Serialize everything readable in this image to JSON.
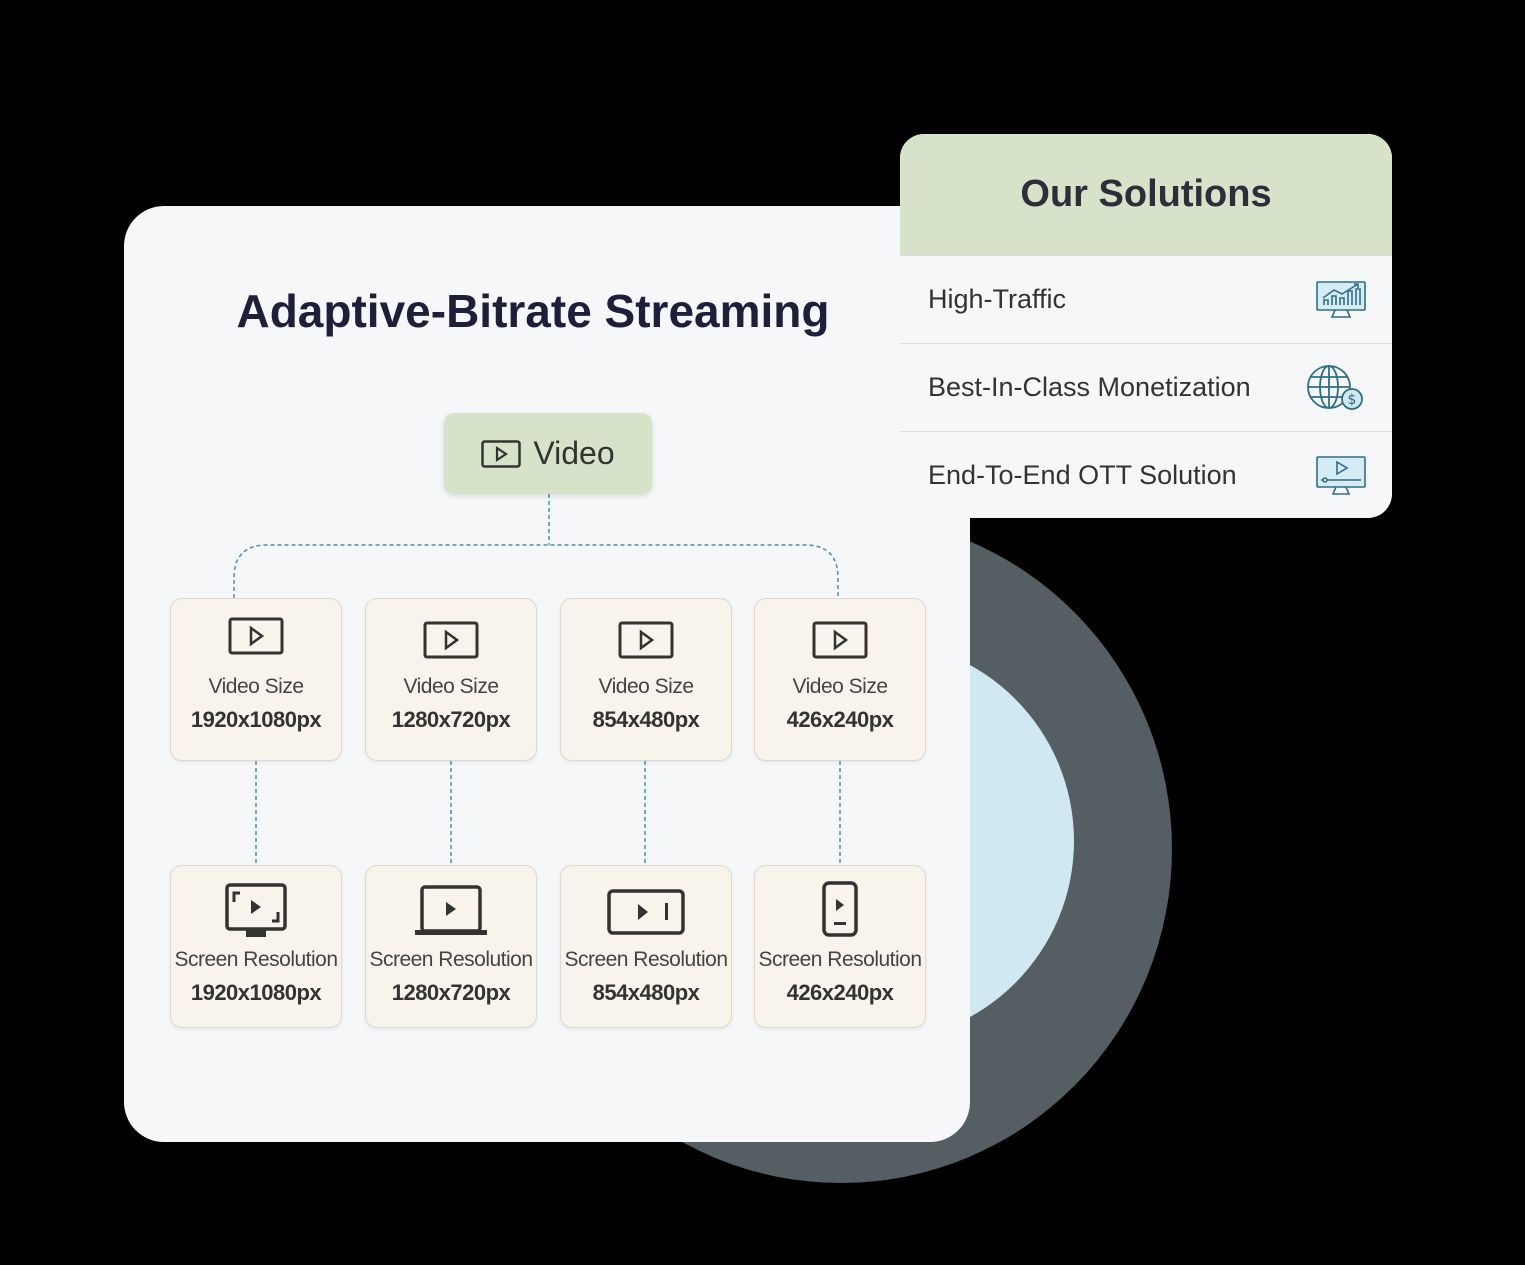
{
  "main_card": {
    "title": "Adaptive-Bitrate Streaming",
    "root": {
      "label": "Video",
      "icon": "play-icon"
    },
    "video_sizes": [
      {
        "label": "Video Size",
        "value": "1920x1080px"
      },
      {
        "label": "Video Size",
        "value": "1280x720px"
      },
      {
        "label": "Video Size",
        "value": "854x480px"
      },
      {
        "label": "Video Size",
        "value": "426x240px"
      }
    ],
    "screen_resolutions": [
      {
        "label": "Screen Resolution",
        "value": "1920x1080px",
        "icon": "monitor-icon"
      },
      {
        "label": "Screen Resolution",
        "value": "1280x720px",
        "icon": "laptop-icon"
      },
      {
        "label": "Screen Resolution",
        "value": "854x480px",
        "icon": "tablet-icon"
      },
      {
        "label": "Screen Resolution",
        "value": "426x240px",
        "icon": "phone-icon"
      }
    ]
  },
  "solutions": {
    "title": "Our Solutions",
    "items": [
      {
        "label": "High-Traffic",
        "icon": "chart-monitor-icon"
      },
      {
        "label": "Best-In-Class Monetization",
        "icon": "globe-dollar-icon"
      },
      {
        "label": "End-To-End OTT Solution",
        "icon": "video-monitor-icon"
      }
    ]
  },
  "colors": {
    "accent_green": "#d7e3c8",
    "card_bg": "#f5f7f9",
    "node_bg": "#f8f4ec",
    "connector": "#4a90b8",
    "icon_teal": "#2f6f86"
  }
}
